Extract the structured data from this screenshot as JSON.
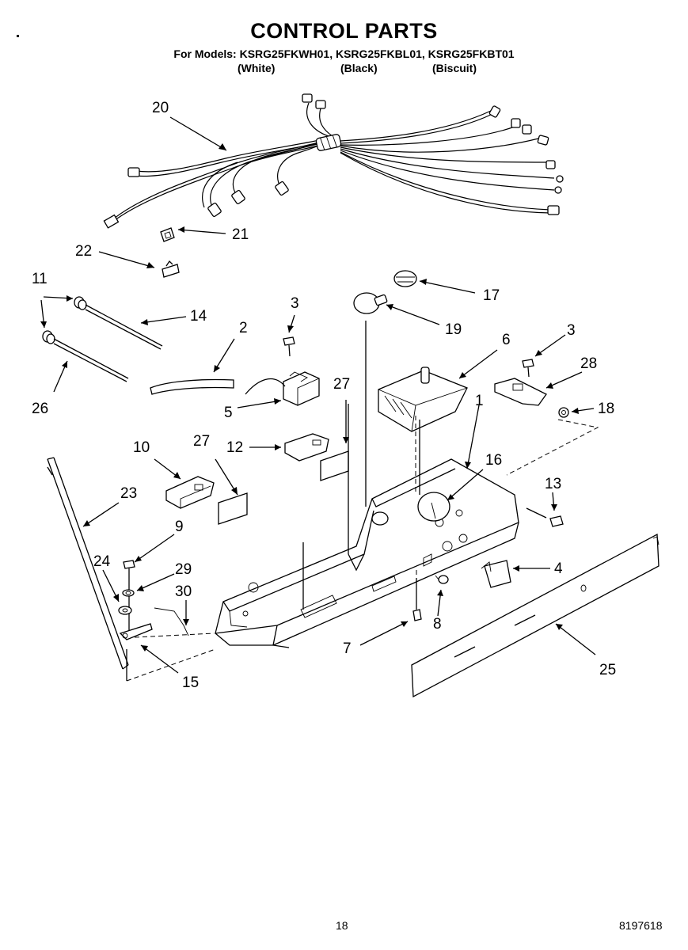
{
  "header": {
    "title": "CONTROL PARTS",
    "models_line": "For Models: KSRG25FKWH01, KSRG25FKBL01, KSRG25FKBT01",
    "finishes": [
      "(White)",
      "(Black)",
      "(Biscuit)"
    ]
  },
  "callouts": [
    "20",
    "21",
    "22",
    "11",
    "14",
    "26",
    "3",
    "2",
    "5",
    "17",
    "19",
    "6",
    "3",
    "28",
    "18",
    "27",
    "1",
    "16",
    "10",
    "27",
    "12",
    "23",
    "13",
    "9",
    "24",
    "29",
    "30",
    "4",
    "8",
    "7",
    "15",
    "25"
  ],
  "footer": {
    "page_number": "18",
    "doc_number": "8197618"
  }
}
